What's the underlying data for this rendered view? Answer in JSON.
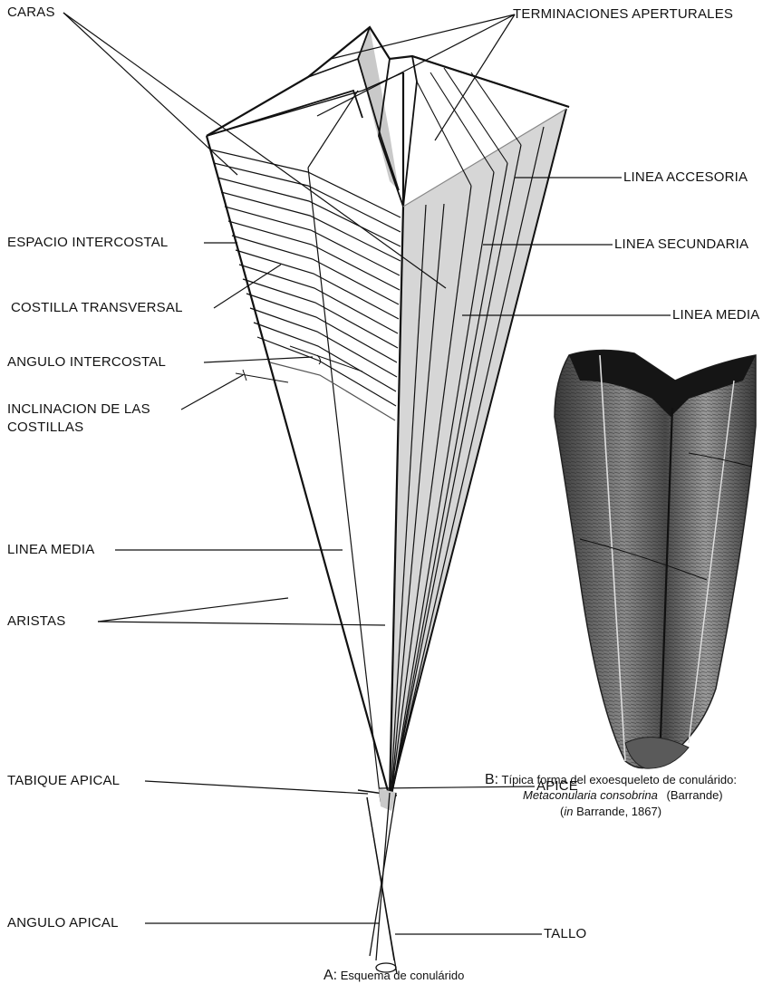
{
  "labels": {
    "caras": "CARAS",
    "terminaciones": "TERMINACIONES APERTURALES",
    "linea_accesoria": "LINEA ACCESORIA",
    "espacio_intercostal": "ESPACIO INTERCOSTAL",
    "linea_secundaria": "LINEA SECUNDARIA",
    "costilla_transversal": "COSTILLA TRANSVERSAL",
    "linea_media_right": "LINEA MEDIA",
    "angulo_intercostal": "ANGULO INTERCOSTAL",
    "inclinacion_1": "INCLINACION DE LAS",
    "inclinacion_2": "COSTILLAS",
    "linea_media_left": "LINEA MEDIA",
    "aristas": "ARISTAS",
    "tabique_apical": "TABIQUE APICAL",
    "apice": "APICE",
    "angulo_apical": "ANGULO APICAL",
    "tallo": "TALLO"
  },
  "caption_b": {
    "letter": "B:",
    "line1": "Típica forma del exoesqueleto de conulárido:",
    "species": "Metaconularia consobrina",
    "author": "(Barrande)",
    "ref_in": "in",
    "ref_rest": "Barrande, 1867)",
    "ref_open": "("
  },
  "caption_a": {
    "letter": "A:",
    "text": "Esquema de conulárido"
  },
  "colors": {
    "shaded_face": "#d6d6d6",
    "line": "#111111",
    "fossil_dark": "#2a2a2a",
    "fossil_mid": "#6b6b6b"
  }
}
